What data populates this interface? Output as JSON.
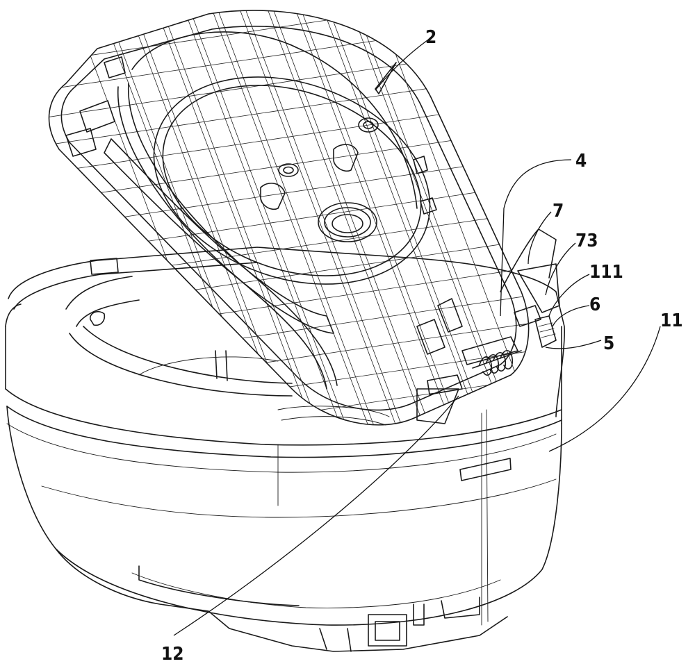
{
  "figure": {
    "labels": [
      {
        "id": "2",
        "text": "2"
      },
      {
        "id": "4",
        "text": "4"
      },
      {
        "id": "7",
        "text": "7"
      },
      {
        "id": "73",
        "text": "73"
      },
      {
        "id": "111",
        "text": "111"
      },
      {
        "id": "6",
        "text": "6"
      },
      {
        "id": "5",
        "text": "5"
      },
      {
        "id": "11",
        "text": "11"
      },
      {
        "id": "12",
        "text": "12"
      }
    ]
  }
}
